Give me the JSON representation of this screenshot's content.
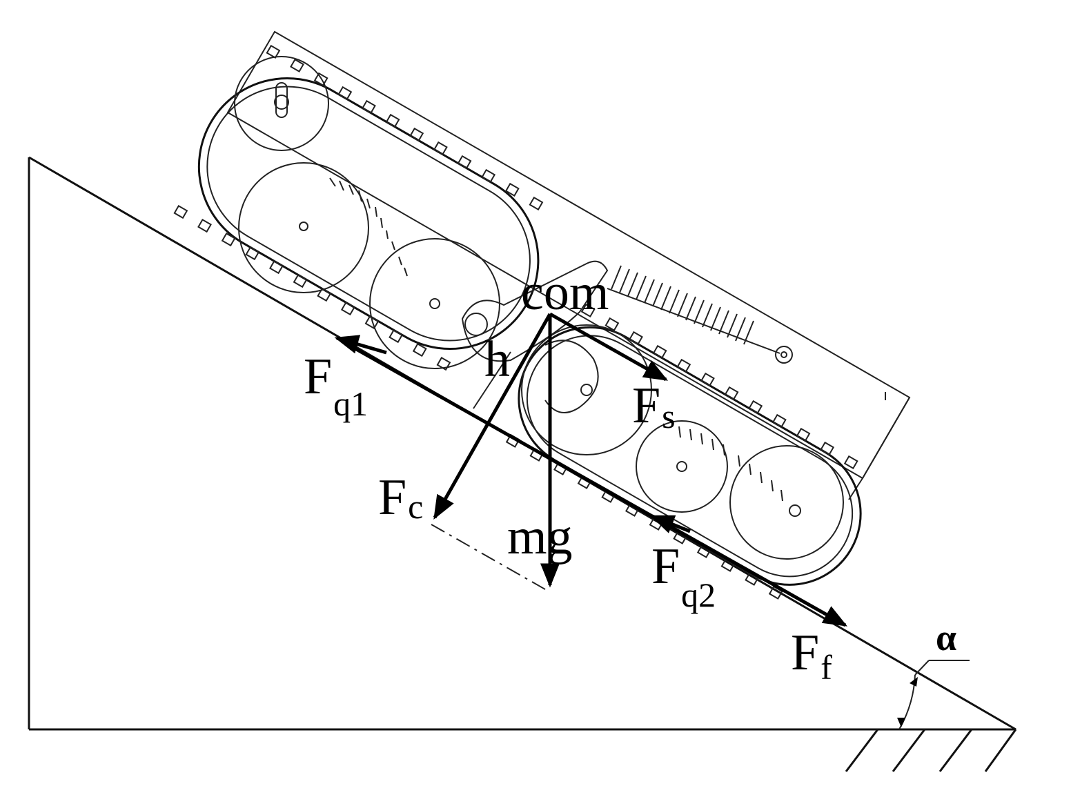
{
  "labels": {
    "com": "com",
    "h": "h",
    "mg": "mg",
    "F_q1": {
      "main": "F",
      "sub": "q1"
    },
    "F_q2": {
      "main": "F",
      "sub": "q2"
    },
    "F_c": {
      "main": "F",
      "sub": "c"
    },
    "F_s": {
      "main": "F",
      "sub": "s"
    },
    "F_f": {
      "main": "F",
      "sub": "f"
    },
    "alpha": "α"
  },
  "colors": {
    "line": "#000000",
    "background": "#ffffff"
  }
}
